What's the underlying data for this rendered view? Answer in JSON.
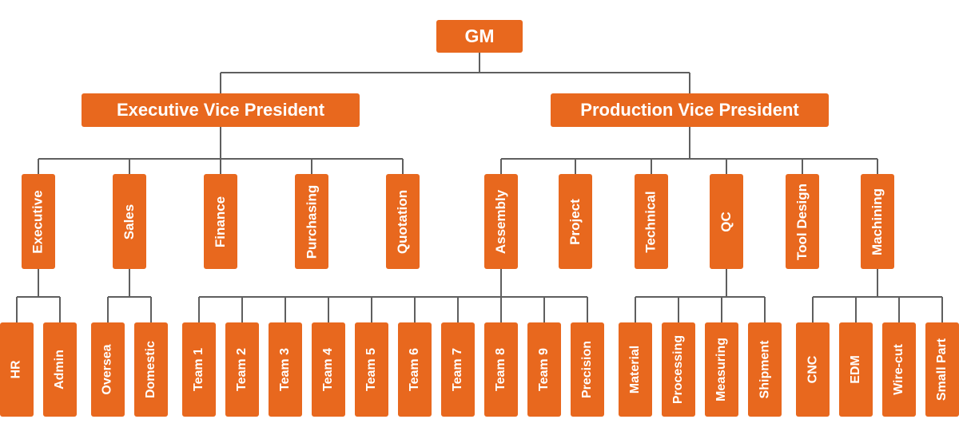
{
  "colors": {
    "box": "#E8681E",
    "line": "#5f5f5f",
    "text": "#ffffff"
  },
  "root": {
    "label": "GM"
  },
  "vps": [
    {
      "label": "Executive Vice President",
      "departments": [
        {
          "label": "Executive",
          "teams": [
            "HR",
            "Admin"
          ]
        },
        {
          "label": "Sales",
          "teams": [
            "Oversea",
            "Domestic"
          ]
        },
        {
          "label": "Finance",
          "teams": []
        },
        {
          "label": "Purchasing",
          "teams": []
        },
        {
          "label": "Quotation",
          "teams": []
        }
      ]
    },
    {
      "label": "Production Vice President",
      "departments": [
        {
          "label": "Assembly",
          "teams": [
            "Team 1",
            "Team 2",
            "Team 3",
            "Team 4",
            "Team 5",
            "Team 6",
            "Team 7",
            "Team 8",
            "Team 9",
            "Precision"
          ]
        },
        {
          "label": "Project",
          "teams": []
        },
        {
          "label": "Technical",
          "teams": []
        },
        {
          "label": "QC",
          "teams": [
            "Material",
            "Processing",
            "Measuring",
            "Shipment"
          ]
        },
        {
          "label": "Tool Design",
          "teams": []
        },
        {
          "label": "Machining",
          "teams": [
            "CNC",
            "EDM",
            "Wire-cut",
            "Small Part"
          ]
        }
      ]
    }
  ]
}
